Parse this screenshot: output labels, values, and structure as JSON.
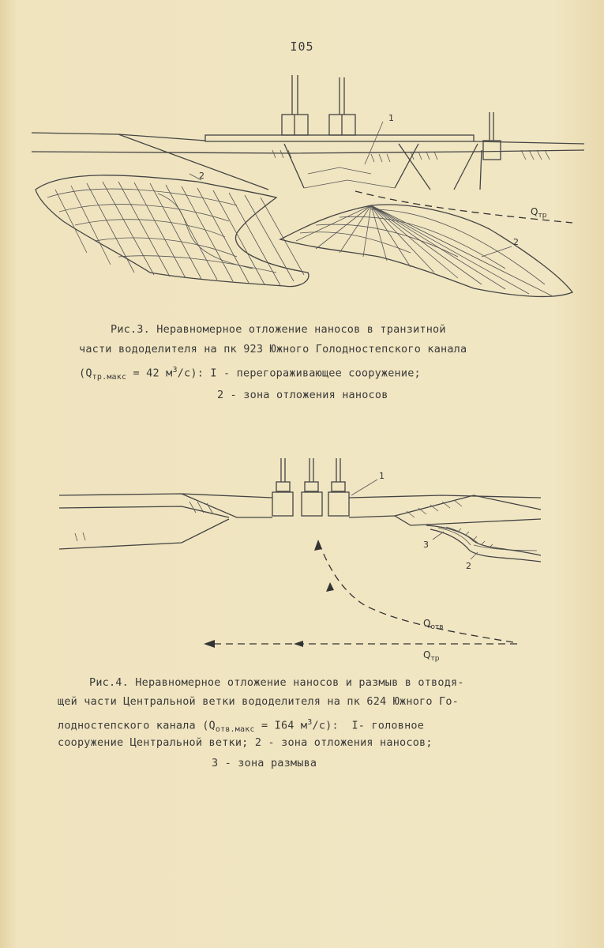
{
  "page": {
    "number": "I05"
  },
  "figure3": {
    "label_1": "1",
    "label_2a": "2",
    "label_2b": "2",
    "flow_label_main": "Q",
    "flow_label_sub": "тр",
    "caption": {
      "line1": "Рис.3. Неравномерное отложение наносов в транзитной",
      "line2": "части вододелителя на пк 923 Южного Голодностепского канала",
      "line3_a": "(Q",
      "line3_sub": "тр.макс",
      "line3_b": " = 42 м",
      "line3_sup": "3",
      "line3_c": "/с): I - перегораживающее сооружение;",
      "line4": "2 - зона отложения наносов"
    }
  },
  "figure4": {
    "label_1": "1",
    "label_2": "2",
    "label_3": "3",
    "flow_label_otv_main": "Q",
    "flow_label_otv_sub": "отв",
    "flow_label_tr_main": "Q",
    "flow_label_tr_sub": "тр",
    "caption": {
      "line1": "Рис.4. Неравномерное отложение наносов и размыв в отводя-",
      "line2": "щей части Центральной ветки вододелителя на пк 624 Южного Го-",
      "line3_a": "лодностепского канала (Q",
      "line3_sub": "отв.макс",
      "line3_b": " = I64 м",
      "line3_sup": "3",
      "line3_c": "/с):  I- головное",
      "line4": "сооружение Центральной ветки; 2 - зона отложения наносов;",
      "line5": "3 - зона размыва"
    }
  }
}
